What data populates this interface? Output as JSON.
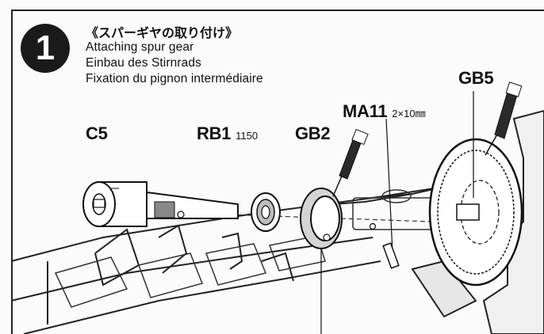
{
  "step": {
    "number": "1",
    "title_jp": "《スパーギヤの取り付け》",
    "title_en": "Attaching spur gear",
    "title_de": "Einbau des Stirnrads",
    "title_fr": "Fixation du pignon intermédiaire"
  },
  "parts": {
    "c5": {
      "code": "C5"
    },
    "rb1": {
      "code": "RB1",
      "sub": "1150"
    },
    "gb2": {
      "code": "GB2"
    },
    "ma11": {
      "code": "MA11",
      "sub": "2×10㎜"
    },
    "gb5": {
      "code": "GB5"
    }
  },
  "colors": {
    "ink": "#111111",
    "badge": "#1a1a1a",
    "paper": "#fbfbfb",
    "shade": "#9a9a9a"
  },
  "icons": {
    "step_marker": "step-number-circle",
    "grease": "grease-tube-icon"
  }
}
